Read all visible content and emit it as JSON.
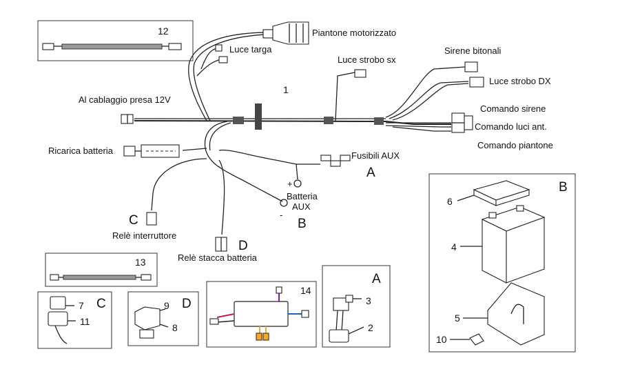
{
  "labels": {
    "pianto_mot": "Piantone motorizzato",
    "luce_targa": "Luce targa",
    "luce_strobo_sx": "Luce strobo sx",
    "sirene_bitonali": "Sirene bitonali",
    "luce_strobo_dx": "Luce strobo DX",
    "cablaggio_12v": "Al cablaggio presa 12V",
    "comando_sirene": "Comando sirene",
    "comando_luci": "Comando luci ant.",
    "comando_piantone": "Comando piantone",
    "ricarica": "Ricarica batteria",
    "fusibili": "Fusibili AUX",
    "batteria": "Batteria",
    "aux": "AUX",
    "rele_interr": "Relè interruttore",
    "rele_stacca": "Relè stacca batteria",
    "plus": "+",
    "minus": "-"
  },
  "letters": {
    "a_main": "A",
    "b_main": "B",
    "c_main": "C",
    "d_main": "D",
    "b_box": "B",
    "a_box": "A",
    "c_box": "C",
    "d_box": "D"
  },
  "numbers": {
    "n1": "1",
    "n2": "2",
    "n3": "3",
    "n4": "4",
    "n5": "5",
    "n6": "6",
    "n7": "7",
    "n8": "8",
    "n9": "9",
    "n10": "10",
    "n11": "11",
    "n12": "12",
    "n13": "13",
    "n14": "14"
  }
}
